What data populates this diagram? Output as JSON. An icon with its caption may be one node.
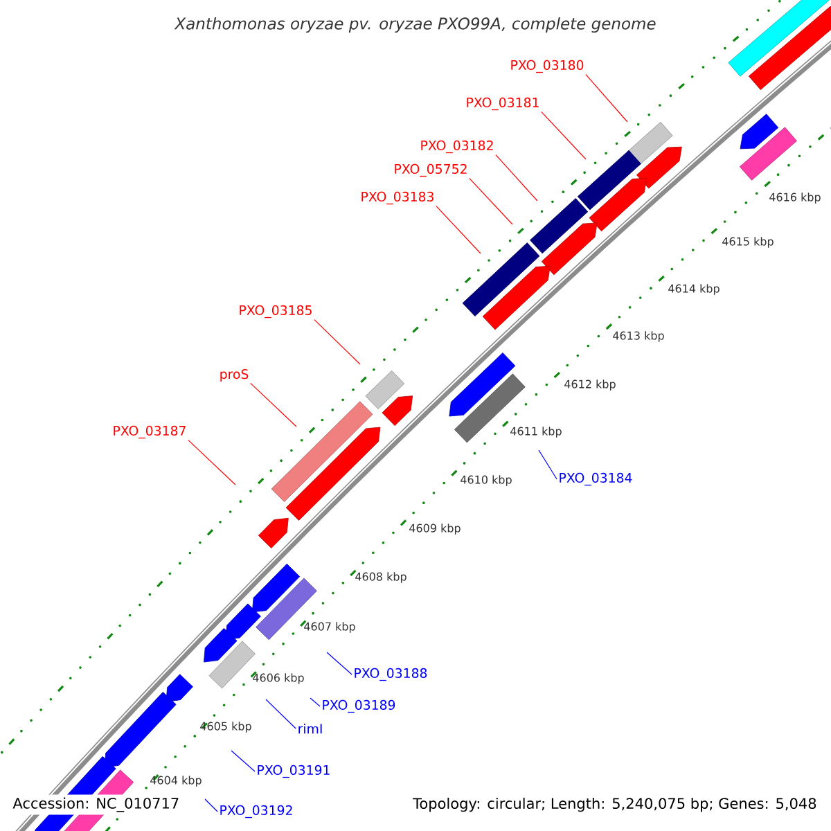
{
  "diagram": {
    "title": "Xanthomonas oryzae pv. oryzae PXO99A, complete genome",
    "nodes": [
      {
        "text": [
          "PXO_03180"
        ]
      },
      {
        "text": [
          "PXO_03181"
        ]
      },
      {
        "text": [
          "PXO_03182"
        ]
      },
      {
        "text": [
          "PXO_05752"
        ]
      },
      {
        "text": [
          "PXO_03183"
        ]
      },
      {
        "text": [
          "PXO_03185"
        ]
      },
      {
        "text": [
          "proS"
        ]
      },
      {
        "text": [
          "PXO_03187"
        ]
      },
      {
        "text": [
          "PXO_03184"
        ]
      },
      {
        "text": [
          "PXO_03188"
        ]
      },
      {
        "text": [
          "PXO_03189"
        ]
      },
      {
        "text": [
          "rimI"
        ]
      },
      {
        "text": [
          "PXO_03191"
        ]
      },
      {
        "text": [
          "PXO_03192"
        ]
      }
    ],
    "edges": [
      {
        "from": 0,
        "to": null,
        "arrow": "none"
      },
      {
        "from": 1,
        "to": null,
        "arrow": "none"
      },
      {
        "from": 2,
        "to": null,
        "arrow": "none"
      },
      {
        "from": 3,
        "to": null,
        "arrow": "none"
      },
      {
        "from": 4,
        "to": null,
        "arrow": "none"
      },
      {
        "from": 5,
        "to": null,
        "arrow": "none"
      },
      {
        "from": 6,
        "to": null,
        "arrow": "none"
      },
      {
        "from": 7,
        "to": null,
        "arrow": "none"
      },
      {
        "from": 8,
        "to": null,
        "arrow": "none",
        "color": "#0000ff"
      },
      {
        "from": 9,
        "to": null,
        "arrow": "none",
        "color": "#0000ff"
      },
      {
        "from": 10,
        "to": null,
        "arrow": "none",
        "color": "#0000ff"
      },
      {
        "from": 11,
        "to": null,
        "arrow": "none",
        "color": "#0000ff"
      },
      {
        "from": 12,
        "to": null,
        "arrow": "none",
        "color": "#0000ff"
      },
      {
        "from": 13,
        "to": null,
        "arrow": "none",
        "color": "#0000ff"
      }
    ],
    "labels": [
      "4616 kbp",
      "4615 kbp",
      "4614 kbp",
      "4613 kbp",
      "4612 kbp",
      "4611 kbp",
      "4610 kbp",
      "4609 kbp",
      "4608 kbp",
      "4607 kbp",
      "4606 kbp",
      "4605 kbp",
      "4604 kbp",
      "Accession: NC_010717",
      "Topology: circular; Length: 5,240,075 bp; Genes: 5,048"
    ]
  }
}
